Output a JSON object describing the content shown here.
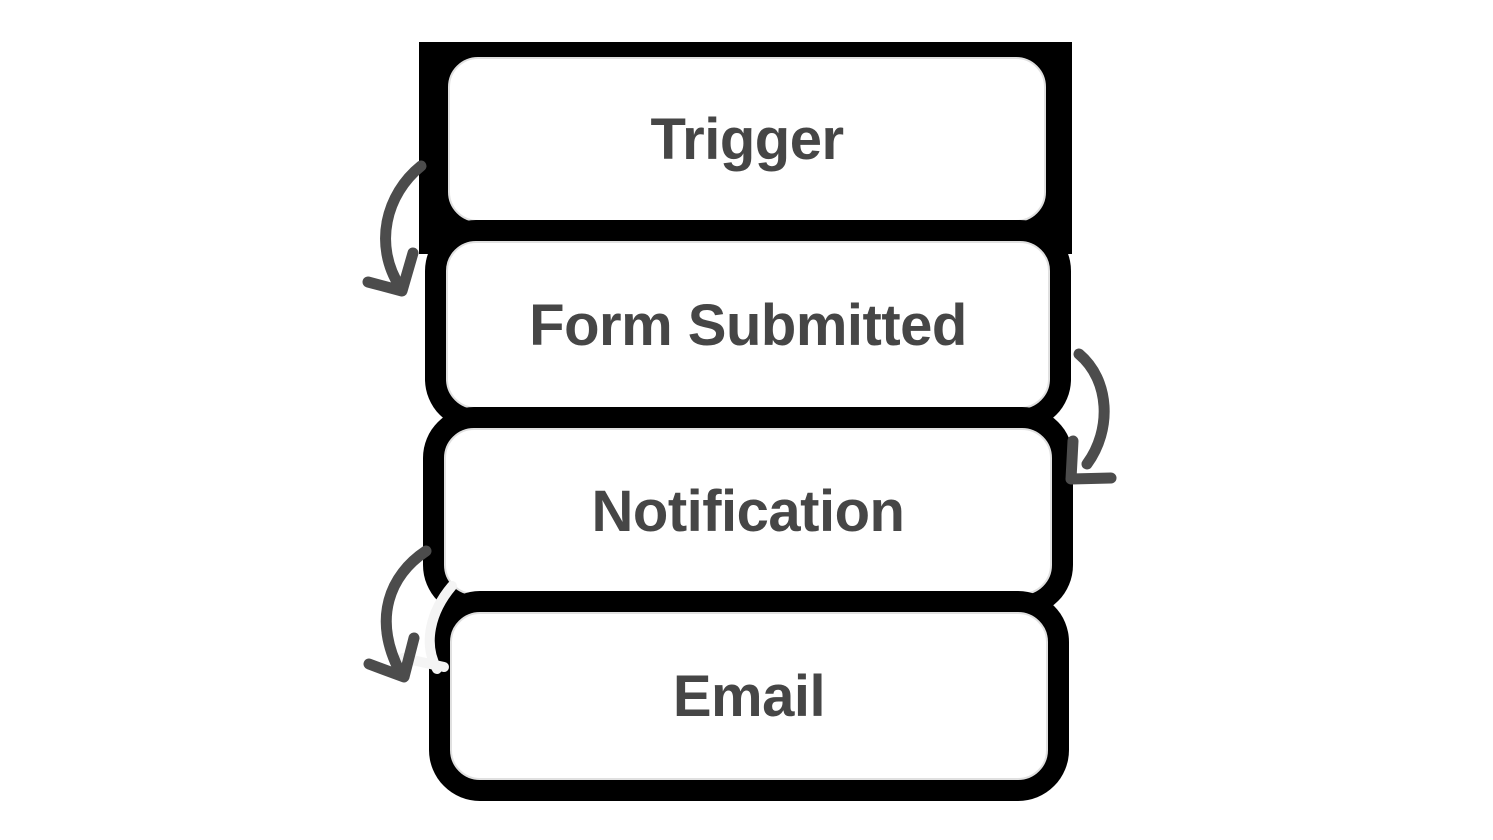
{
  "diagram": {
    "type": "flowchart",
    "orientation": "vertical",
    "background": "#ffffff"
  },
  "nodes": [
    {
      "id": "trigger",
      "label": "Trigger"
    },
    {
      "id": "form-submitted",
      "label": "Form Submitted"
    },
    {
      "id": "notification",
      "label": "Notification"
    },
    {
      "id": "email",
      "label": "Email"
    }
  ],
  "connectors": [
    {
      "from": "trigger",
      "to": "form-submitted",
      "side": "left",
      "style": "hand-drawn-curved-arrow",
      "color": "#4c4c4c"
    },
    {
      "from": "form-submitted",
      "to": "notification",
      "side": "right",
      "style": "hand-drawn-curved-arrow",
      "color": "#4c4c4c"
    },
    {
      "from": "notification",
      "to": "email",
      "side": "left",
      "style": "hand-drawn-curved-arrow",
      "color": "#4c4c4c"
    },
    {
      "from": "notification",
      "to": "email",
      "side": "left",
      "style": "hand-drawn-curved-arrow",
      "color": "#f4f4f4"
    }
  ],
  "colors": {
    "node_fill": "#ffffff",
    "node_inner_edge": "#e0e0e0",
    "node_backing": "#000000",
    "label_text": "#464646",
    "arrow_dark": "#4c4c4c",
    "arrow_white": "#f4f4f4",
    "page_background": "#ffffff"
  }
}
